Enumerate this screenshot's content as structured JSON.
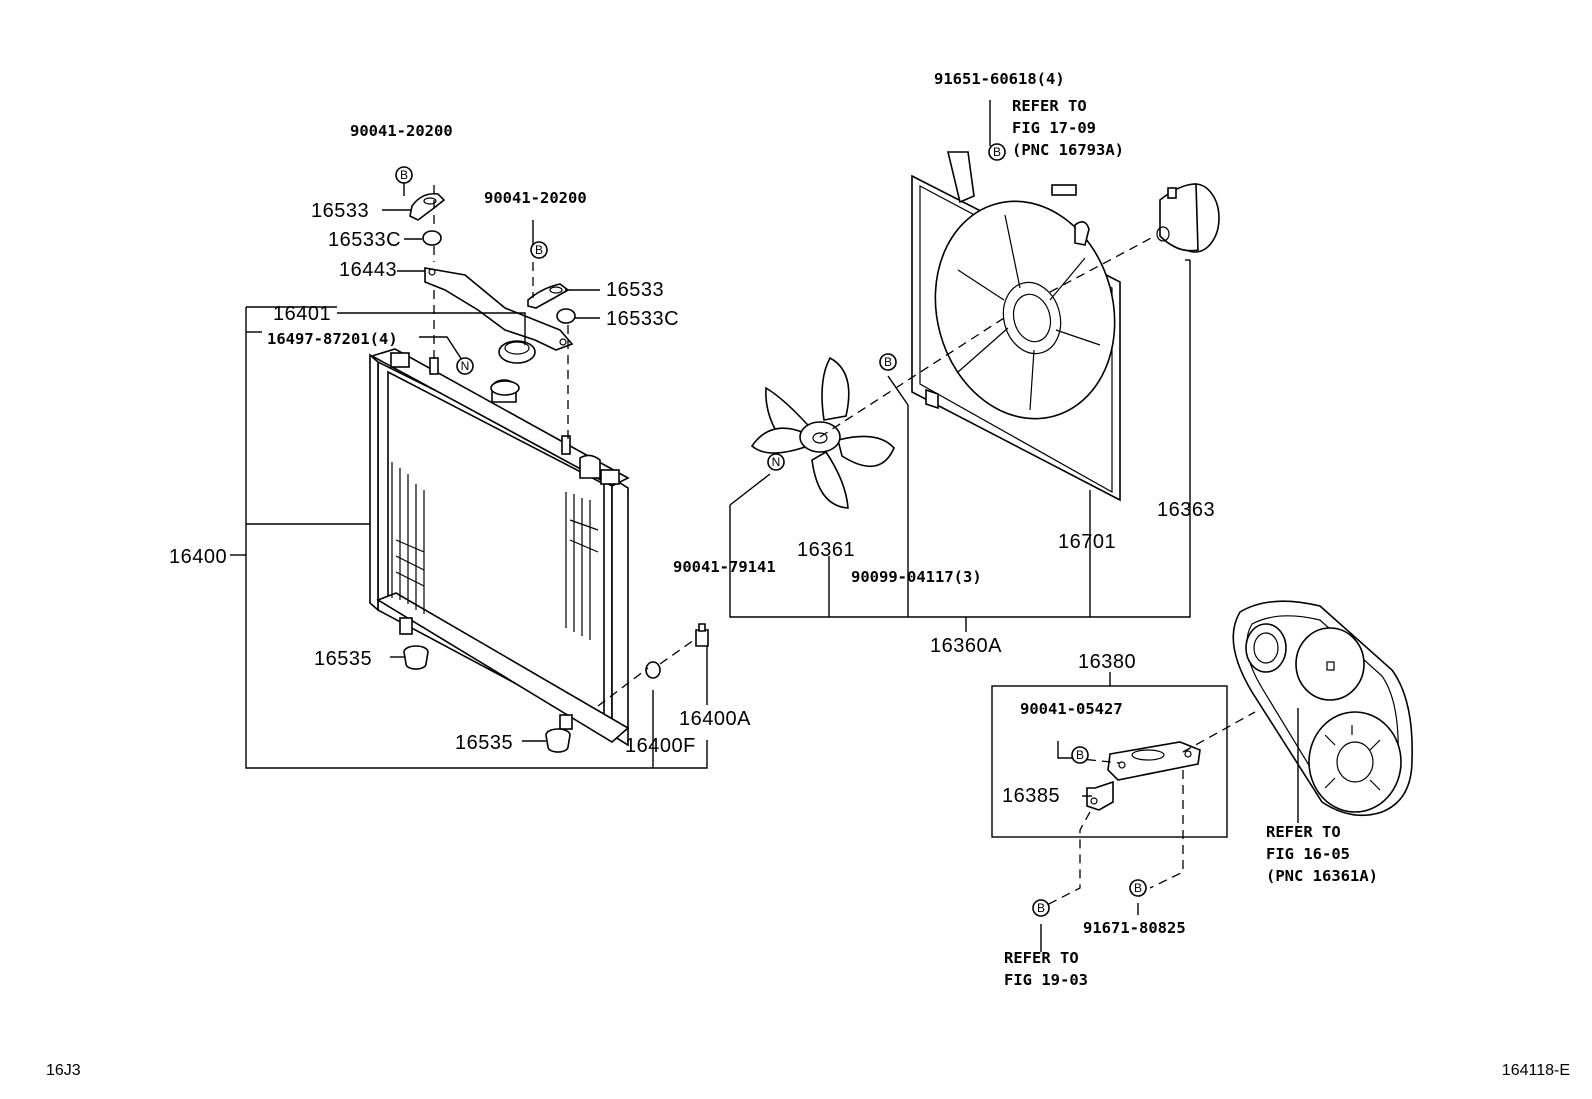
{
  "labels": {
    "p16400": "16400",
    "p16401": "16401",
    "p16497": "16497-87201(4)",
    "p16443": "16443",
    "p16533_a": "16533",
    "p16533c_a": "16533C",
    "p90041_20200_a": "90041-20200",
    "p90041_20200_b": "90041-20200",
    "p16533_b": "16533",
    "p16533c_b": "16533C",
    "p16535_a": "16535",
    "p16535_b": "16535",
    "p16400a": "16400A",
    "p16400f": "16400F",
    "p91651": "91651-60618(4)",
    "p16363": "16363",
    "p16701": "16701",
    "p16361": "16361",
    "p90041_79141": "90041-79141",
    "p90099": "90099-04117(3)",
    "p16360a": "16360A",
    "p16380": "16380",
    "p90041_05427": "90041-05427",
    "p16385": "16385",
    "p91671": "91671-80825"
  },
  "refs": {
    "fig1709": [
      "REFER TO",
      "FIG 17-09",
      "(PNC 16793A)"
    ],
    "fig1605": [
      "REFER TO",
      "FIG 16-05",
      "(PNC 16361A)"
    ],
    "fig1903": [
      "REFER TO",
      "FIG 19-03"
    ]
  },
  "circle_marks": {
    "b": "B",
    "n": "N"
  },
  "footer": {
    "left": "16J3",
    "right": "164118-E"
  }
}
